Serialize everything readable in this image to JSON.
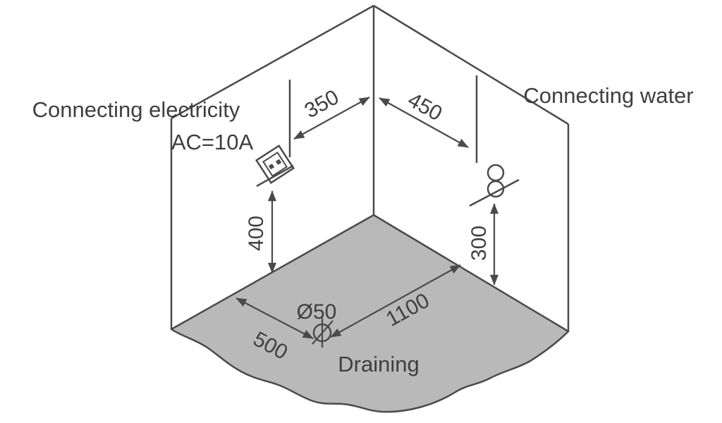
{
  "labels": {
    "electricity_title": "Connecting electricity",
    "electricity_rating": "AC=10A",
    "water_title": "Connecting water",
    "draining": "Draining",
    "drain_diameter": "Ø50"
  },
  "dimensions": {
    "outlet_to_corner": "350",
    "corner_to_water": "450",
    "outlet_height": "400",
    "water_height": "300",
    "drain_from_left_wall": "500",
    "drain_to_right_wall": "1100"
  },
  "colors": {
    "line": "#4a4a4a",
    "text": "#3f3f3f",
    "floor_fill": "#b9b9b9",
    "background": "#ffffff"
  },
  "icons": {
    "outlet": "power-outlet-icon",
    "water": "water-connection-icon",
    "drain": "drain-icon"
  }
}
